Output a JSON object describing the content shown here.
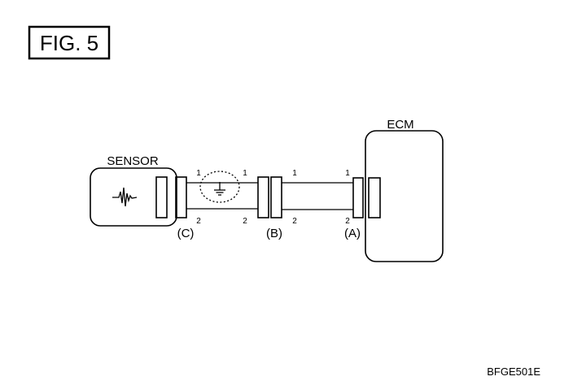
{
  "figure": {
    "title": "FIG. 5",
    "code": "BFGE501E"
  },
  "sensor": {
    "label": "SENSOR"
  },
  "ecm": {
    "label": "ECM"
  },
  "connectors": {
    "c": "(C)",
    "b": "(B)",
    "a": "(A)"
  },
  "pins": {
    "c_top": "1",
    "c_bottom": "2",
    "b_left_top": "1",
    "b_left_bottom": "2",
    "b_right_top": "1",
    "b_right_bottom": "2",
    "a_top": "1",
    "a_bottom": "2"
  }
}
